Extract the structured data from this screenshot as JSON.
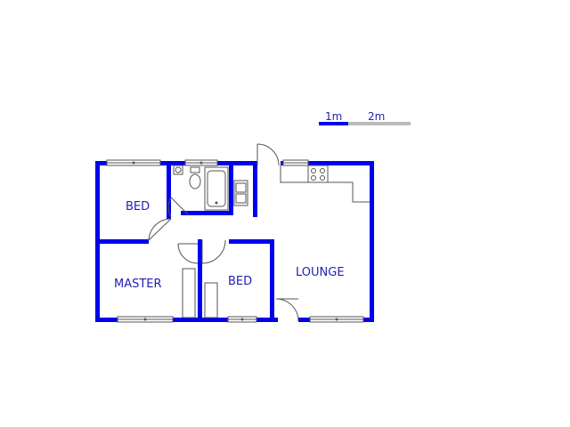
{
  "scale_bar": {
    "label_1": "1m",
    "label_2": "2m",
    "color_primary": "#0000ee",
    "color_secondary": "#bbbbbb"
  },
  "rooms": {
    "bed_1": "BED",
    "master": "MASTER",
    "bed_2": "BED",
    "lounge": "LOUNGE"
  },
  "colors": {
    "wall": "#0000ee",
    "label": "#1f1fb4",
    "fixture": "#555555"
  }
}
